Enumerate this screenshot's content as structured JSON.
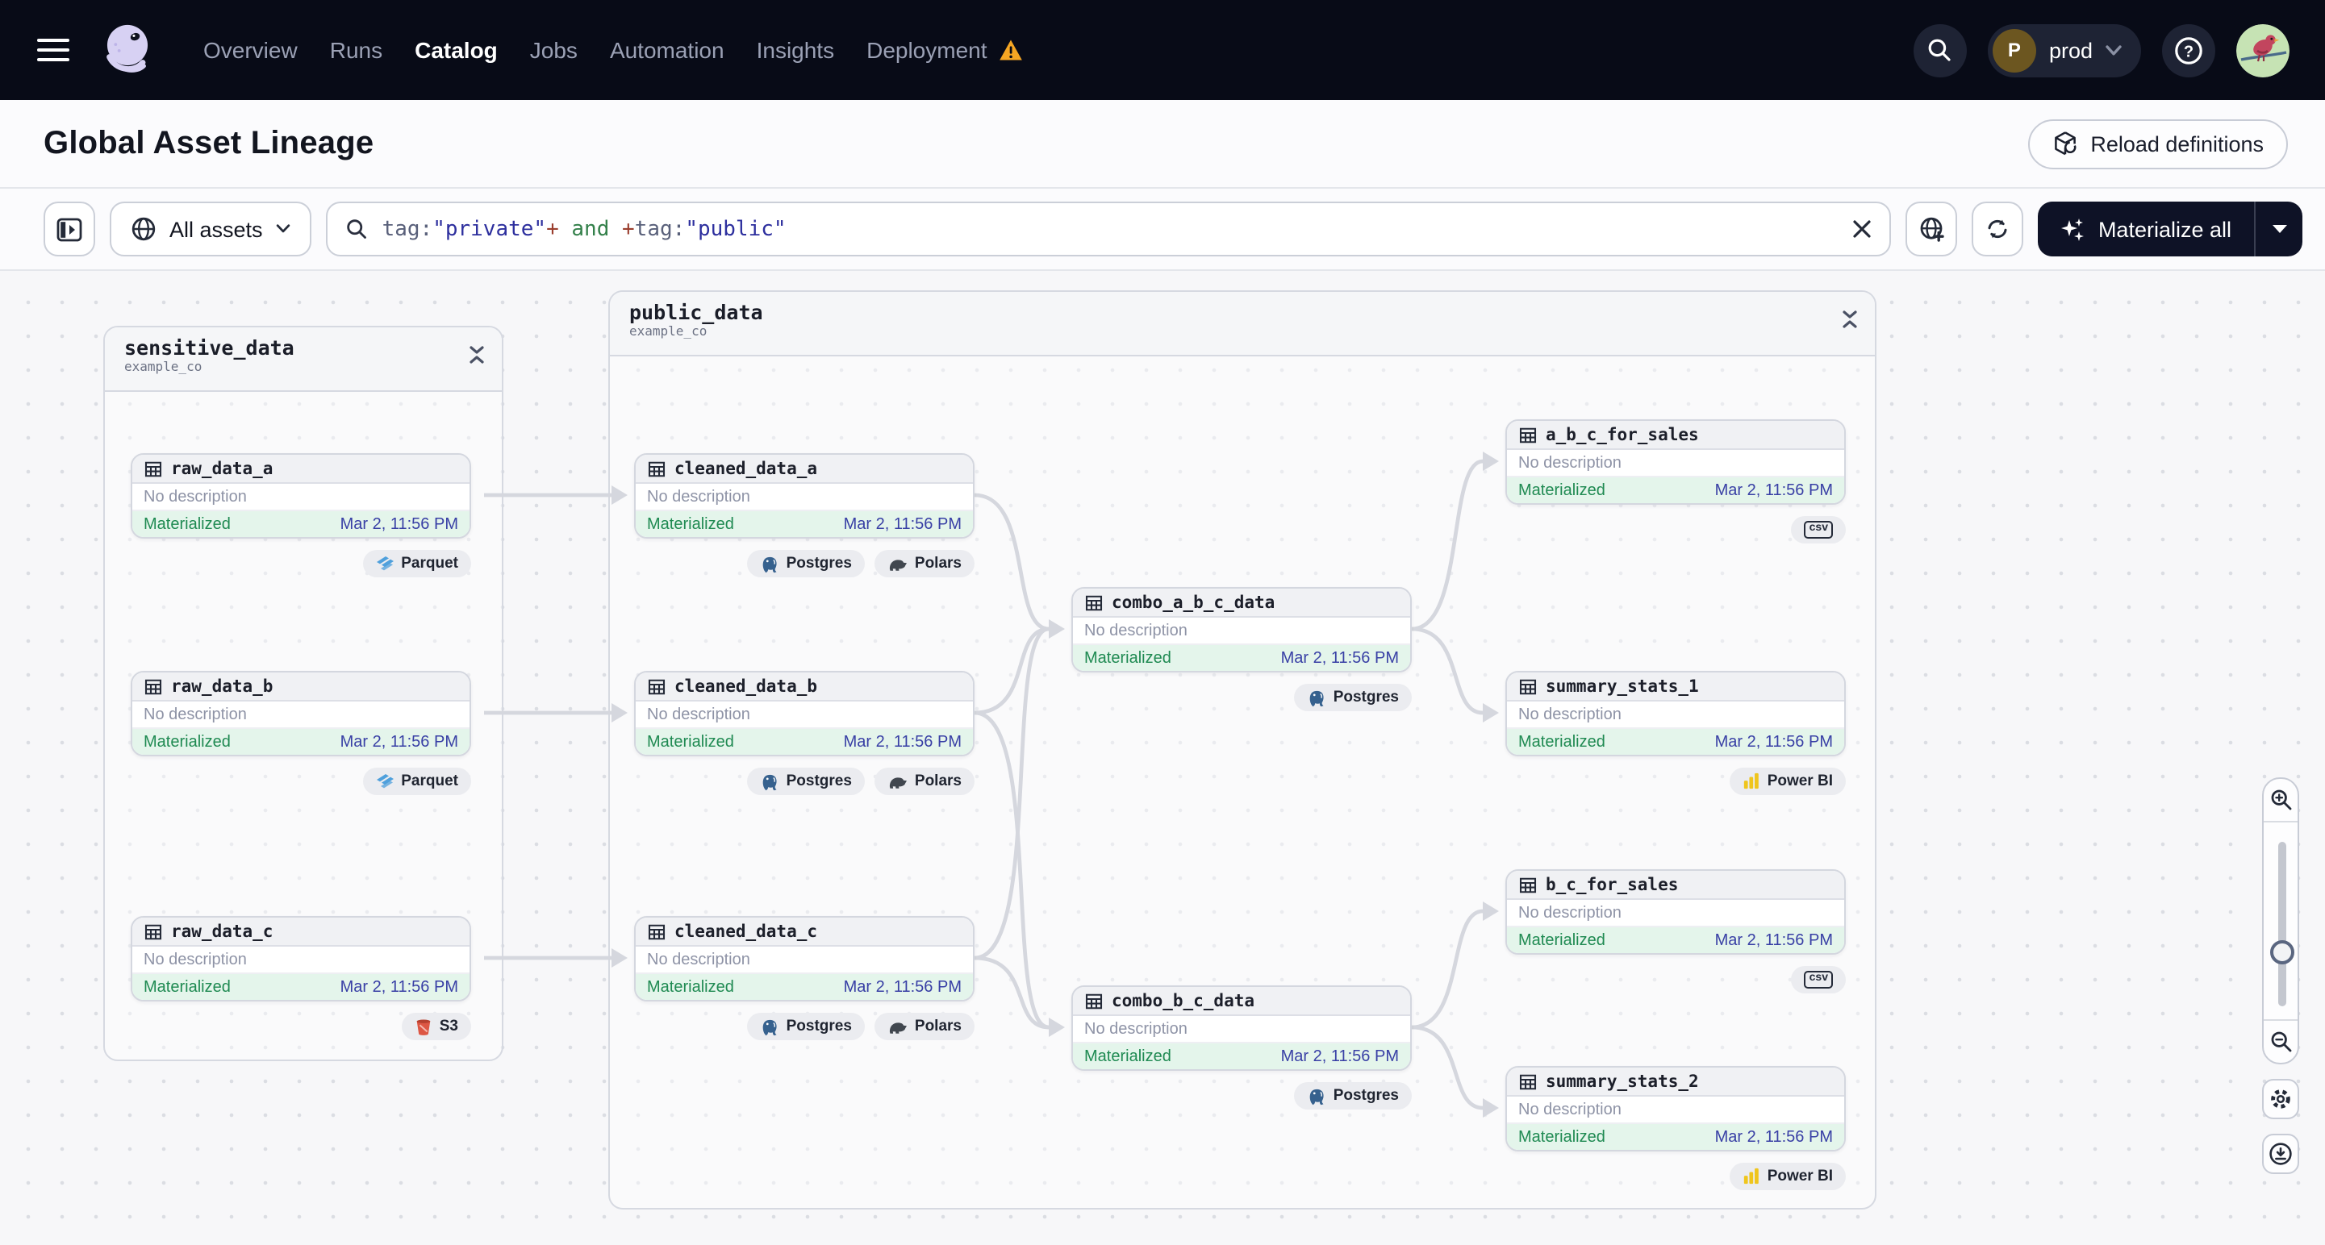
{
  "nav": {
    "menu": [
      {
        "label": "Overview",
        "active": false
      },
      {
        "label": "Runs",
        "active": false
      },
      {
        "label": "Catalog",
        "active": true
      },
      {
        "label": "Jobs",
        "active": false
      },
      {
        "label": "Automation",
        "active": false
      },
      {
        "label": "Insights",
        "active": false
      },
      {
        "label": "Deployment",
        "active": false,
        "warning": true
      }
    ],
    "environment": {
      "initial": "P",
      "name": "prod"
    },
    "help_glyph": "?"
  },
  "header": {
    "title": "Global Asset Lineage",
    "reload_label": "Reload definitions"
  },
  "toolbar": {
    "scope_label": "All assets",
    "materialize_label": "Materialize all",
    "query": {
      "full_text": "tag:\"private\"+ and +tag:\"public\"",
      "segments": [
        {
          "text": "tag:",
          "type": "key"
        },
        {
          "text": "\"private\"",
          "type": "value"
        },
        {
          "text": "+",
          "type": "op"
        },
        {
          "text": " and ",
          "type": "logic"
        },
        {
          "text": "+",
          "type": "op"
        },
        {
          "text": "tag:",
          "type": "key"
        },
        {
          "text": "\"public\"",
          "type": "value"
        }
      ]
    }
  },
  "graph": {
    "groups": [
      {
        "name": "sensitive_data",
        "repo": "example_co"
      },
      {
        "name": "public_data",
        "repo": "example_co"
      }
    ],
    "nodes": [
      {
        "name": "raw_data_a",
        "description": "No description",
        "status": "Materialized",
        "time": "Mar 2, 11:56 PM",
        "kinds": [
          "Parquet"
        ]
      },
      {
        "name": "raw_data_b",
        "description": "No description",
        "status": "Materialized",
        "time": "Mar 2, 11:56 PM",
        "kinds": [
          "Parquet"
        ]
      },
      {
        "name": "raw_data_c",
        "description": "No description",
        "status": "Materialized",
        "time": "Mar 2, 11:56 PM",
        "kinds": [
          "S3"
        ]
      },
      {
        "name": "cleaned_data_a",
        "description": "No description",
        "status": "Materialized",
        "time": "Mar 2, 11:56 PM",
        "kinds": [
          "Postgres",
          "Polars"
        ]
      },
      {
        "name": "cleaned_data_b",
        "description": "No description",
        "status": "Materialized",
        "time": "Mar 2, 11:56 PM",
        "kinds": [
          "Postgres",
          "Polars"
        ]
      },
      {
        "name": "cleaned_data_c",
        "description": "No description",
        "status": "Materialized",
        "time": "Mar 2, 11:56 PM",
        "kinds": [
          "Postgres",
          "Polars"
        ]
      },
      {
        "name": "combo_a_b_c_data",
        "description": "No description",
        "status": "Materialized",
        "time": "Mar 2, 11:56 PM",
        "kinds": [
          "Postgres"
        ]
      },
      {
        "name": "combo_b_c_data",
        "description": "No description",
        "status": "Materialized",
        "time": "Mar 2, 11:56 PM",
        "kinds": [
          "Postgres"
        ]
      },
      {
        "name": "a_b_c_for_sales",
        "description": "No description",
        "status": "Materialized",
        "time": "Mar 2, 11:56 PM",
        "kinds": [
          "csv"
        ]
      },
      {
        "name": "summary_stats_1",
        "description": "No description",
        "status": "Materialized",
        "time": "Mar 2, 11:56 PM",
        "kinds": [
          "Power BI"
        ]
      },
      {
        "name": "b_c_for_sales",
        "description": "No description",
        "status": "Materialized",
        "time": "Mar 2, 11:56 PM",
        "kinds": [
          "csv"
        ]
      },
      {
        "name": "summary_stats_2",
        "description": "No description",
        "status": "Materialized",
        "time": "Mar 2, 11:56 PM",
        "kinds": [
          "Power BI"
        ]
      }
    ],
    "edges": [
      [
        "raw_data_a",
        "cleaned_data_a"
      ],
      [
        "raw_data_b",
        "cleaned_data_b"
      ],
      [
        "raw_data_c",
        "cleaned_data_c"
      ],
      [
        "cleaned_data_a",
        "combo_a_b_c_data"
      ],
      [
        "cleaned_data_b",
        "combo_a_b_c_data"
      ],
      [
        "cleaned_data_c",
        "combo_a_b_c_data"
      ],
      [
        "cleaned_data_b",
        "combo_b_c_data"
      ],
      [
        "cleaned_data_c",
        "combo_b_c_data"
      ],
      [
        "combo_a_b_c_data",
        "a_b_c_for_sales"
      ],
      [
        "combo_a_b_c_data",
        "summary_stats_1"
      ],
      [
        "combo_b_c_data",
        "b_c_for_sales"
      ],
      [
        "combo_b_c_data",
        "summary_stats_2"
      ]
    ]
  },
  "colors": {
    "nav_bg": "#080B17",
    "materialized_green": "#1F8A52",
    "timestamp_indigo": "#383FA5",
    "warning_orange": "#F5A623",
    "edge_gray": "#D5D7DE"
  }
}
